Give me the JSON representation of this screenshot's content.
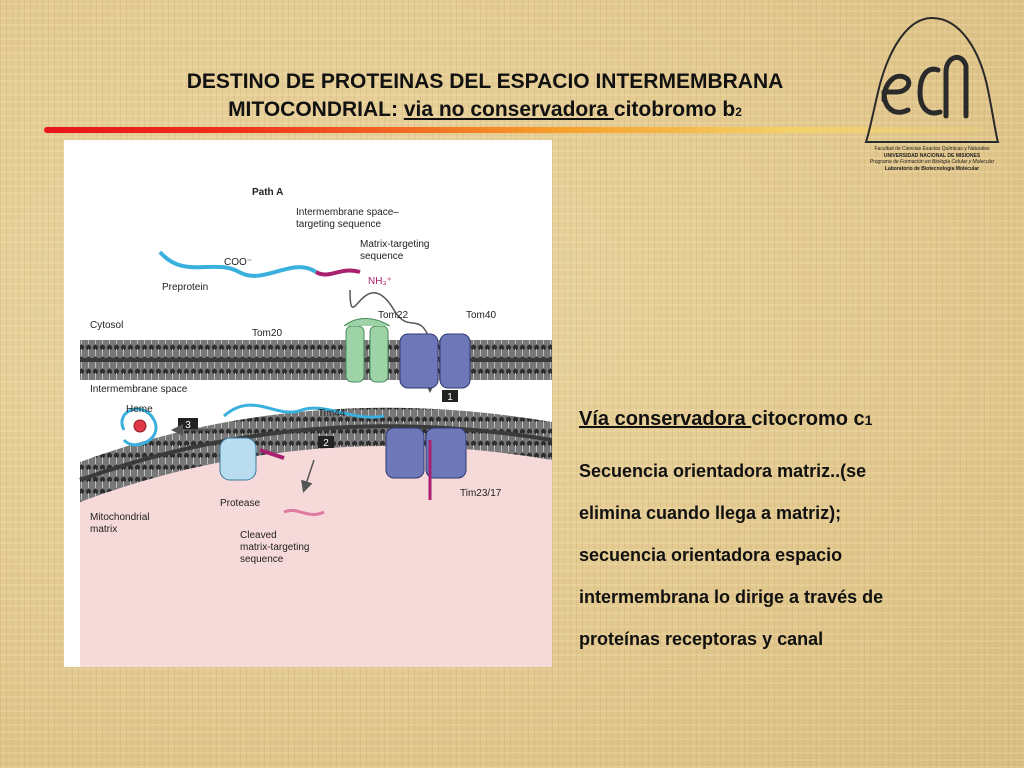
{
  "slide": {
    "title_line1": "DESTINO DE PROTEINAS DEL ESPACIO INTERMEMBRANA",
    "title_line2_prefix": "MITOCONDRIAL: ",
    "title_line2_underlined": "via no conservadora ",
    "title_line2_rest": "citobromo b",
    "title_subscript": "2"
  },
  "logo": {
    "mark": "ecn",
    "lines": [
      "Facultad de Ciencias Exactas Químicas y Naturales",
      "UNIVERSIDAD NACIONAL DE MISIONES",
      "Programa de Formación en Biología Celular y Molecular",
      "Laboratorio de Biotecnología Molecular"
    ]
  },
  "figure": {
    "path_label": "Path A",
    "ims_targeting_line1": "Intermembrane space–",
    "ims_targeting_line2": "targeting sequence",
    "matrix_targeting_line1": "Matrix-targeting",
    "matrix_targeting_line2": "sequence",
    "coo": "COO⁻",
    "nh3": "NH₃⁺",
    "preprotein": "Preprotein",
    "cytosol": "Cytosol",
    "tom20": "Tom20",
    "tom22": "Tom22",
    "tom40": "Tom40",
    "ims": "Intermembrane space",
    "heme": "Heme",
    "tim44": "Tim44",
    "step1": "1",
    "step2": "2",
    "step3": "3",
    "protease": "Protease",
    "tim2317": "Tim23/17",
    "matrix_line1": "Mitochondrial",
    "matrix_line2": "matrix",
    "cleaved_line1": "Cleaved",
    "cleaved_line2": "matrix-targeting",
    "cleaved_line3": "sequence"
  },
  "side": {
    "heading_underlined": "Vía conservadora ",
    "heading_rest": "citocromo c",
    "heading_subscript": "1",
    "body_lines": [
      "Secuencia orientadora matriz..(se",
      "elimina cuando llega a matriz);",
      "secuencia orientadora espacio",
      "intermembrana lo dirige a través de",
      "proteínas receptoras y canal"
    ]
  },
  "colors": {
    "title_rule_start": "#e8141a",
    "title_rule_end": "#f3d26a",
    "membrane": "#4a4a4a",
    "tom20": "#9dd3a6",
    "channel": "#6e78b8",
    "ims_signal": "#3ab0de",
    "matrix_signal": "#a8206e",
    "matrix_fill": "#f6d9d9"
  }
}
